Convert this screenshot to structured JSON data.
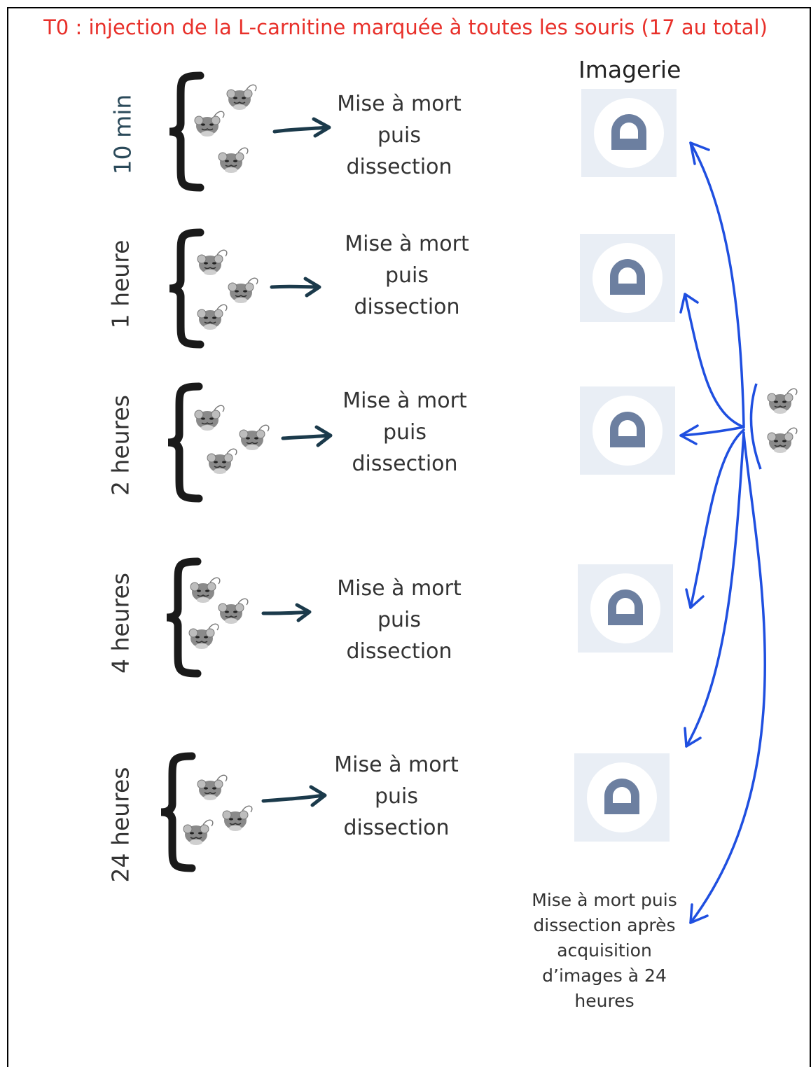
{
  "title": "T0 : injection de la L-carnitine marquée à toutes les souris (17 au total)",
  "imaging_label": "Imagerie",
  "procedure_lines": [
    "Mise à mort",
    "puis",
    "dissection"
  ],
  "groups": [
    {
      "time": "10 min"
    },
    {
      "time": "1 heure"
    },
    {
      "time": "2 heures"
    },
    {
      "time": "4 heures"
    },
    {
      "time": "24 heures"
    }
  ],
  "final_note": "Mise à mort puis dissection après acquisition d’images à 24 heures",
  "icons": {
    "mouse": "mouse-icon",
    "scanner": "mri-scanner-icon",
    "arrow": "arrow-right-icon"
  },
  "colors": {
    "title": "#e8302a",
    "imaging_arrows": "#1f4fe0",
    "group_arrows": "#1b3a4b",
    "scanner_bg": "#e9eef5",
    "scanner_icon": "#6c7fa0"
  }
}
